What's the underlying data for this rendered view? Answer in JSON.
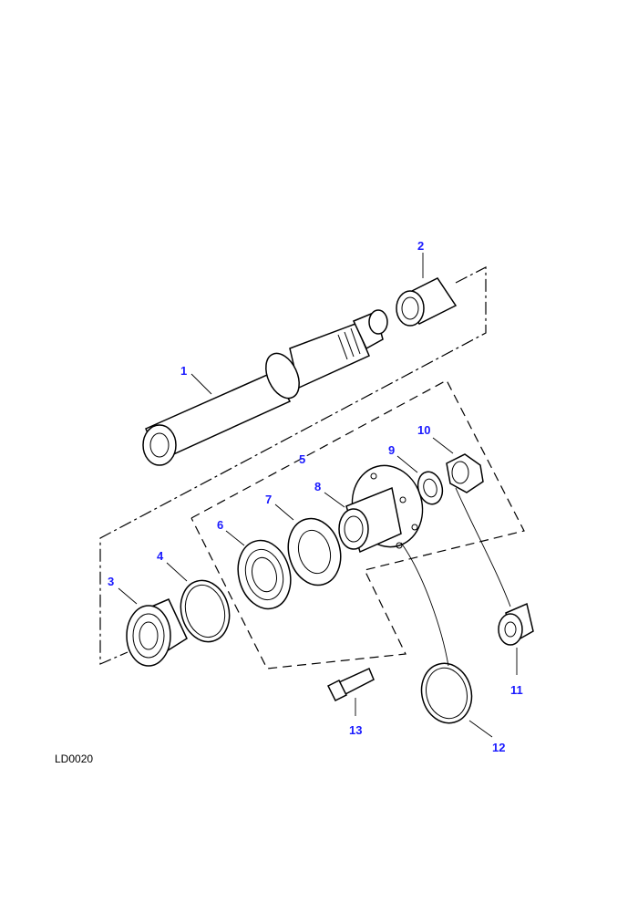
{
  "diagram": {
    "reference": "LD0020",
    "callout_color": "#1a1aff",
    "callouts": [
      "1",
      "2",
      "3",
      "4",
      "5",
      "6",
      "7",
      "8",
      "9",
      "10",
      "11",
      "12",
      "13"
    ]
  }
}
